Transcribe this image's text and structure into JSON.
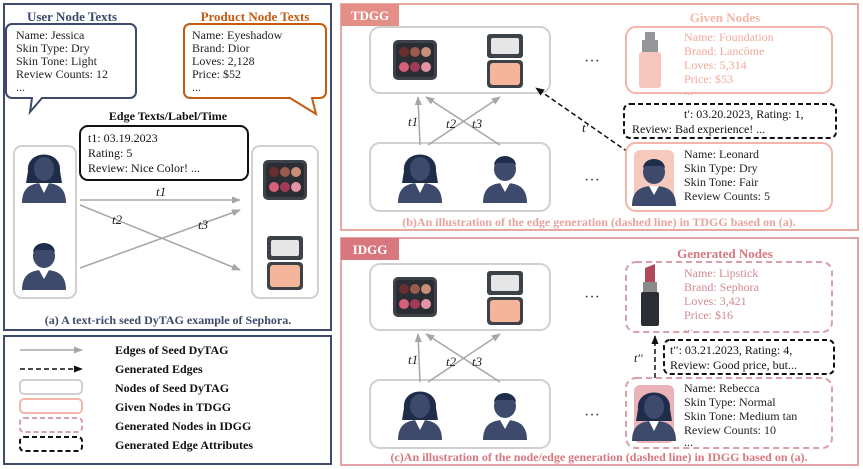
{
  "panel_a": {
    "user_title": "User Node Texts",
    "user_lines": [
      "Name: Jessica",
      "Skin Type: Dry",
      "Skin Tone:  Light",
      "Review Counts: 12",
      "..."
    ],
    "product_title": "Product Node Texts",
    "product_lines": [
      "Name: Eyeshadow",
      "Brand: Dior",
      "Loves: 2,128",
      "Price: $52",
      "..."
    ],
    "edge_title": "Edge Texts/Label/Time",
    "edge_lines": [
      "t1: 03.19.2023",
      "Rating: 5",
      "Review: Nice Color! ..."
    ],
    "edge_label_t1": "t1",
    "edge_label_t2": "t2",
    "edge_label_t3": "t3",
    "caption": "(a) A text-rich seed DyTAG example of Sephora."
  },
  "legend": {
    "items": [
      "Edges of Seed DyTAG",
      "Generated Edges",
      "Nodes of Seed DyTAG",
      "Given Nodes in TDGG",
      "Generated Nodes in IDGG",
      "Generated Edge Attributes"
    ]
  },
  "panel_b": {
    "tag": "TDGG",
    "given_title": "Given Nodes",
    "product_lines": [
      "Name: Foundation",
      "Brand: Lancôme",
      "Loves: 5,314",
      "Price: $53",
      "..."
    ],
    "edge_attr_lines": [
      "t′: 03.20.2023, Rating: 1,",
      "Review: Bad experience! ..."
    ],
    "user_lines": [
      "Name: Leonard",
      "Skin Type: Dry",
      "Skin Tone: Fair",
      "Review Counts: 5"
    ],
    "t_prime": "t′",
    "dots": "···",
    "caption": "(b)An illustration of the edge generation (dashed line) in TDGG based on (a)."
  },
  "panel_c": {
    "tag": "IDGG",
    "gen_title": "Generated Nodes",
    "product_lines": [
      "Name: Lipstick",
      "Brand: Sephora",
      "Loves: 3,421",
      "Price: $16",
      "..."
    ],
    "edge_attr_lines": [
      "t′′: 03.21.2023, Rating: 4,",
      "Review: Good price, but..."
    ],
    "user_lines": [
      "Name: Rebecca",
      "Skin Type: Normal",
      "Skin Tone: Medium tan",
      "Review Counts: 10",
      "..."
    ],
    "t_dprime": "t′′",
    "dots": "···",
    "caption": "(c)An illustration of the node/edge generation (dashed line) in IDGG based on (a)."
  },
  "colors": {
    "navy": "#3d4a6b",
    "orange": "#c55a11",
    "salmon": "#f4b6a8",
    "pink_border": "#d8a0a8",
    "tag_b": "#e38e86",
    "tag_c": "#d9777e",
    "caption_pink": "#e8a3a0",
    "grey_node": "#d0d0d0",
    "grey_edge": "#a6a6a6"
  }
}
